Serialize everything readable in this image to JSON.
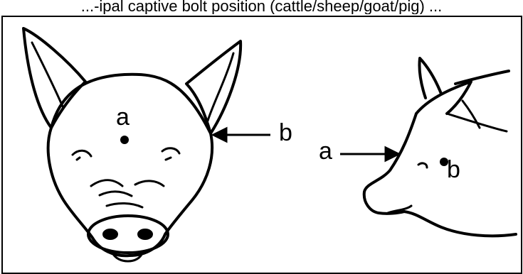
{
  "caption": "...-ipal captive bolt position (cattle/sheep/goat/pig) ...",
  "labels": {
    "front_a": "a",
    "front_b": "b",
    "side_a": "a",
    "side_b": "b"
  },
  "colors": {
    "ink": "#000000",
    "paper": "#ffffff"
  }
}
